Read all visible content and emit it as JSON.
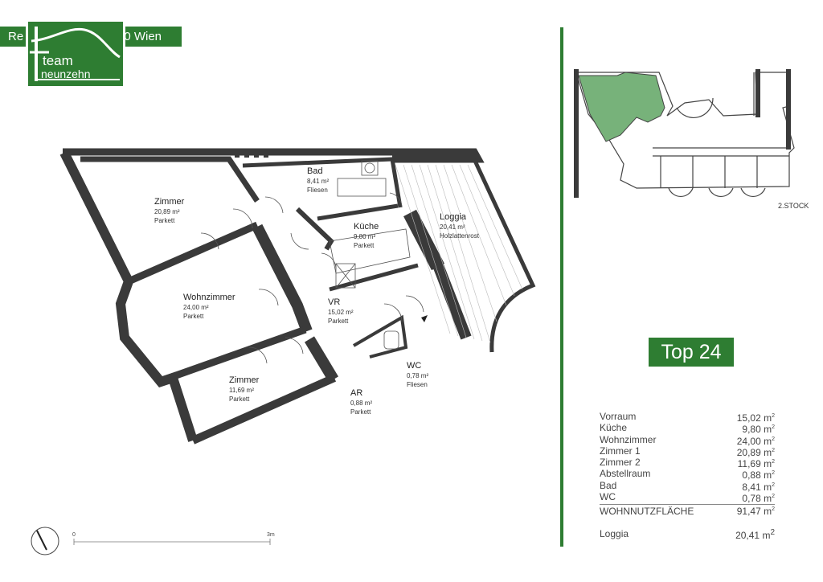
{
  "header": {
    "left_text": "Re",
    "right_text": "30 Wien"
  },
  "logo": {
    "line1": "team",
    "line2": "neunzehn"
  },
  "colors": {
    "brand": "#2e7d32",
    "wall": "#3a3a3a",
    "highlight": "#77b27a"
  },
  "plan": {
    "rooms": [
      {
        "name": "Zimmer",
        "area": "20,89 m²",
        "floor": "Parkett"
      },
      {
        "name": "Bad",
        "area": "8,41 m²",
        "floor": "Fliesen"
      },
      {
        "name": "Küche",
        "area": "9,80 m²",
        "floor": "Parkett"
      },
      {
        "name": "Loggia",
        "area": "20,41 m²",
        "floor": "Holzlattenrost"
      },
      {
        "name": "Wohnzimmer",
        "area": "24,00 m²",
        "floor": "Parkett"
      },
      {
        "name": "VR",
        "area": "15,02 m²",
        "floor": "Parkett"
      },
      {
        "name": "WC",
        "area": "0,78 m²",
        "floor": "Fliesen"
      },
      {
        "name": "Zimmer",
        "area": "11,69 m²",
        "floor": "Parkett"
      },
      {
        "name": "AR",
        "area": "0,88 m²",
        "floor": "Parkett"
      }
    ],
    "scale": {
      "start": "0",
      "end": "3m"
    }
  },
  "keyplan": {
    "floor_label": "2.STOCK"
  },
  "unit": {
    "title": "Top 24"
  },
  "areas": {
    "items": [
      {
        "label": "Vorraum",
        "value": "15,02 m",
        "unit_sup": "2"
      },
      {
        "label": "Küche",
        "value": "9,80 m",
        "unit_sup": "2"
      },
      {
        "label": "Wohnzimmer",
        "value": "24,00 m",
        "unit_sup": "2"
      },
      {
        "label": "Zimmer 1",
        "value": "20,89 m",
        "unit_sup": "2"
      },
      {
        "label": "Zimmer 2",
        "value": "11,69 m",
        "unit_sup": "2"
      },
      {
        "label": "Abstellraum",
        "value": "0,88 m",
        "unit_sup": "2"
      },
      {
        "label": "Bad",
        "value": "8,41 m",
        "unit_sup": "2"
      },
      {
        "label": "WC",
        "value": "0,78 m",
        "unit_sup": "2"
      }
    ],
    "total": {
      "label": "WOHNNUTZFLÄCHE",
      "value": "91,47 m",
      "unit_sup": "2"
    },
    "loggia": {
      "label": "Loggia",
      "value": "20,41 m",
      "unit_sup": "2"
    }
  }
}
